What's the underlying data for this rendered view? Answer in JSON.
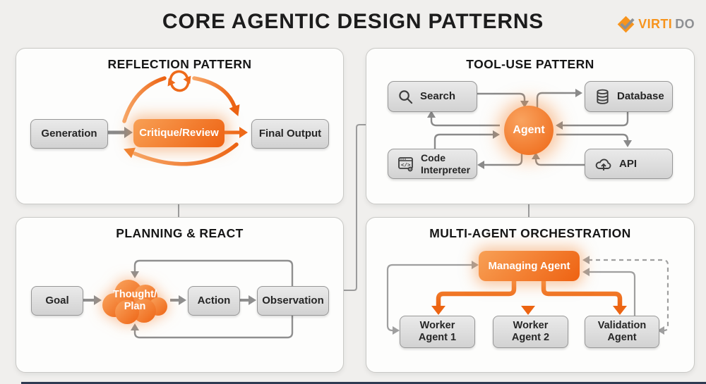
{
  "header": {
    "title": "CORE AGENTIC DESIGN PATTERNS"
  },
  "brand": {
    "primary": "VIRTI",
    "secondary": "DO",
    "logo_icon": "check-diamond-icon"
  },
  "reflection": {
    "title": "REFLECTION PATTERN",
    "generation": "Generation",
    "critique": "Critique/Review",
    "final_output": "Final Output",
    "cycle_icon": "refresh-cycle-icon"
  },
  "tool_use": {
    "title": "TOOL-USE PATTERN",
    "agent": "Agent",
    "search": "Search",
    "database": "Database",
    "code_line1": "Code",
    "code_line2": "Interpreter",
    "api": "API",
    "icons": {
      "search": "magnifier-icon",
      "database": "database-cylinder-icon",
      "code": "code-window-gear-icon",
      "api": "cloud-upload-icon"
    }
  },
  "planning": {
    "title": "PLANNING & REACT",
    "goal": "Goal",
    "thought_line1": "Thought/",
    "thought_line2": "Plan",
    "action": "Action",
    "observation": "Observation"
  },
  "orchestration": {
    "title": "MULTI-AGENT ORCHESTRATION",
    "manager": "Managing Agent",
    "worker1_line1": "Worker",
    "worker1_line2": "Agent 1",
    "worker2_line1": "Worker",
    "worker2_line2": "Agent 2",
    "validation_line1": "Validation",
    "validation_line2": "Agent"
  },
  "colors": {
    "accent_orange": "#f0751d",
    "accent_orange_light": "#f8a055",
    "arrow_gray": "#8f8f8f",
    "node_fill": "#dcdcdc",
    "node_border": "#979797",
    "panel_bg": "#fdfdfc",
    "page_bg": "#f0efed",
    "brand_orange": "#f7941d",
    "brand_gray": "#8e9093",
    "footer_bar": "#2e3a52",
    "title_text": "#1c1c1c"
  }
}
